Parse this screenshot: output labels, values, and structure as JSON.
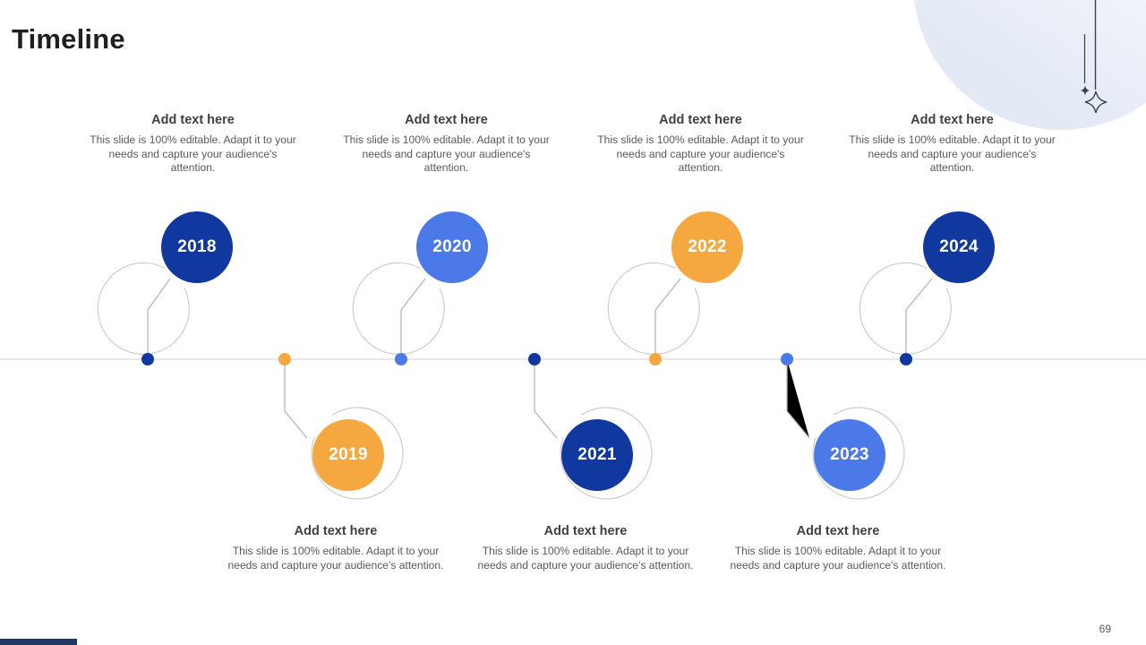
{
  "slide": {
    "title": "Timeline",
    "page_number": "69"
  },
  "palette": {
    "dark_blue": "#10389f",
    "light_blue": "#4b7ae8",
    "orange": "#f5a83f",
    "ring_gray": "#c9c9c9",
    "connector_gray": "#b3b7bd",
    "axis_gray": "#d9d9d9",
    "decor_slate": "#39414f",
    "footer_navy": "#1f3864"
  },
  "milestones": [
    {
      "year": "2018",
      "row": "top",
      "color": "#10389f",
      "heading": "Add text here",
      "body": "This slide is 100% editable. Adapt it to your needs and capture your audience's attention."
    },
    {
      "year": "2019",
      "row": "bottom",
      "color": "#f5a83f",
      "heading": "Add text here",
      "body": "This slide is 100% editable. Adapt it to your needs and capture your audience's attention."
    },
    {
      "year": "2020",
      "row": "top",
      "color": "#4b7ae8",
      "heading": "Add text here",
      "body": "This slide is 100% editable. Adapt it to your needs and capture your audience's attention."
    },
    {
      "year": "2021",
      "row": "bottom",
      "color": "#10389f",
      "heading": "Add text here",
      "body": "This slide is 100% editable. Adapt it to your needs and capture your audience's attention."
    },
    {
      "year": "2022",
      "row": "top",
      "color": "#f5a83f",
      "heading": "Add text here",
      "body": "This slide is 100% editable. Adapt it to your needs and capture your audience's attention."
    },
    {
      "year": "2023",
      "row": "bottom",
      "color": "#4b7ae8",
      "heading": "Add text here",
      "body": "This slide is 100% editable. Adapt it to your needs and capture your audience's attention."
    },
    {
      "year": "2024",
      "row": "top",
      "color": "#10389f",
      "heading": "Add text here",
      "body": "This slide is 100% editable. Adapt it to your needs and capture your audience's attention."
    }
  ]
}
